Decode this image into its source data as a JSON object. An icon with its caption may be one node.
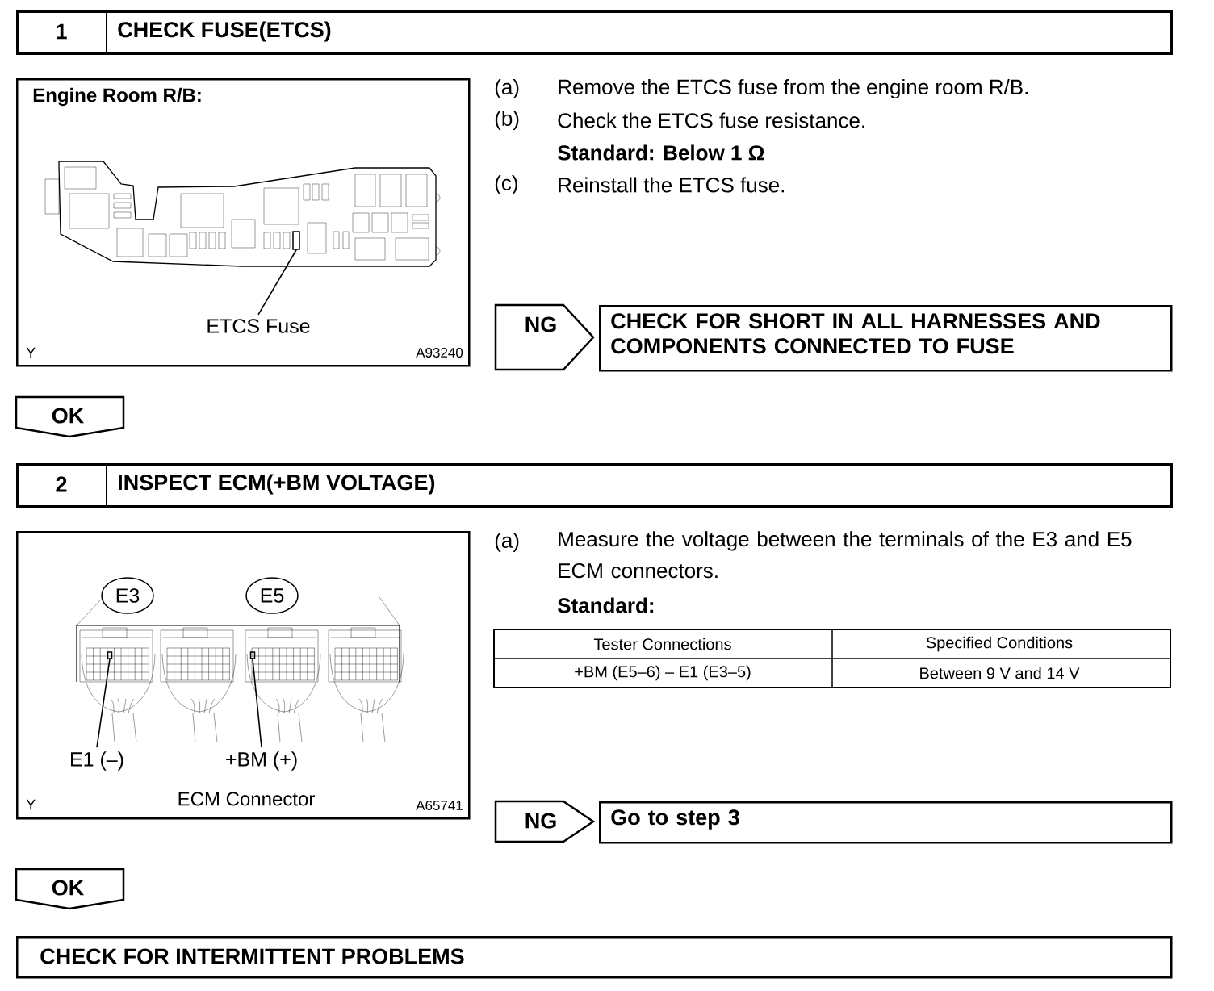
{
  "diagram": {
    "nodes": [
      {
        "text": [
          "1",
          "CHECK FUSE(ETCS)"
        ]
      },
      {
        "text": [
          "Engine Room R/B:",
          "Y",
          "A93240"
        ]
      },
      {
        "text": [
          "ETCS Fuse"
        ],
        "in": 1
      },
      {
        "text": [],
        "shape": "box",
        "in": 1
      },
      {
        "text": [
          "NG"
        ]
      },
      {
        "text": [
          "CHECK FOR SHORT IN ALL HARNESSES AND COMPONENTS CONNECTED TO FUSE"
        ]
      },
      {
        "text": [
          "OK"
        ]
      },
      {
        "text": [
          "2",
          "INSPECT ECM(+BM VOLTAGE)"
        ]
      },
      {
        "text": [
          "Y",
          "ECM Connector",
          "A65741"
        ]
      },
      {
        "text": [
          "E3"
        ],
        "in": 8
      },
      {
        "text": [
          "E5"
        ],
        "in": 8
      },
      {
        "text": [
          "E1 (–)"
        ],
        "in": 8
      },
      {
        "text": [],
        "shape": "box",
        "in": 8
      },
      {
        "text": [
          "+BM (+)"
        ],
        "in": 8
      },
      {
        "text": [],
        "shape": "box",
        "in": 8
      },
      {
        "text": [
          "NG"
        ]
      },
      {
        "text": [
          "Go to step 3"
        ]
      },
      {
        "text": [
          "OK"
        ]
      },
      {
        "text": [
          "CHECK FOR INTERMITTENT PROBLEMS"
        ]
      }
    ],
    "edges": [
      {
        "from": 2,
        "to": 3,
        "arrow": "none"
      },
      {
        "from": 11,
        "to": 12,
        "arrow": "none"
      },
      {
        "from": 13,
        "to": 14,
        "arrow": "none"
      }
    ],
    "labels": [
      "(a)",
      "Remove the ETCS fuse from the engine room R/B.",
      "(b)",
      "Check the ETCS fuse resistance.",
      "Standard: Below 1 Ω",
      "(c)",
      "Reinstall the ETCS fuse.",
      "(a)",
      "Measure the voltage between the terminals of the E3 and E5 ECM connectors.",
      "Standard:",
      "Tester Connections",
      "Specified Conditions",
      "+BM (E5–6) – E1 (E3–5)",
      "Between 9 V and 14 V"
    ]
  }
}
